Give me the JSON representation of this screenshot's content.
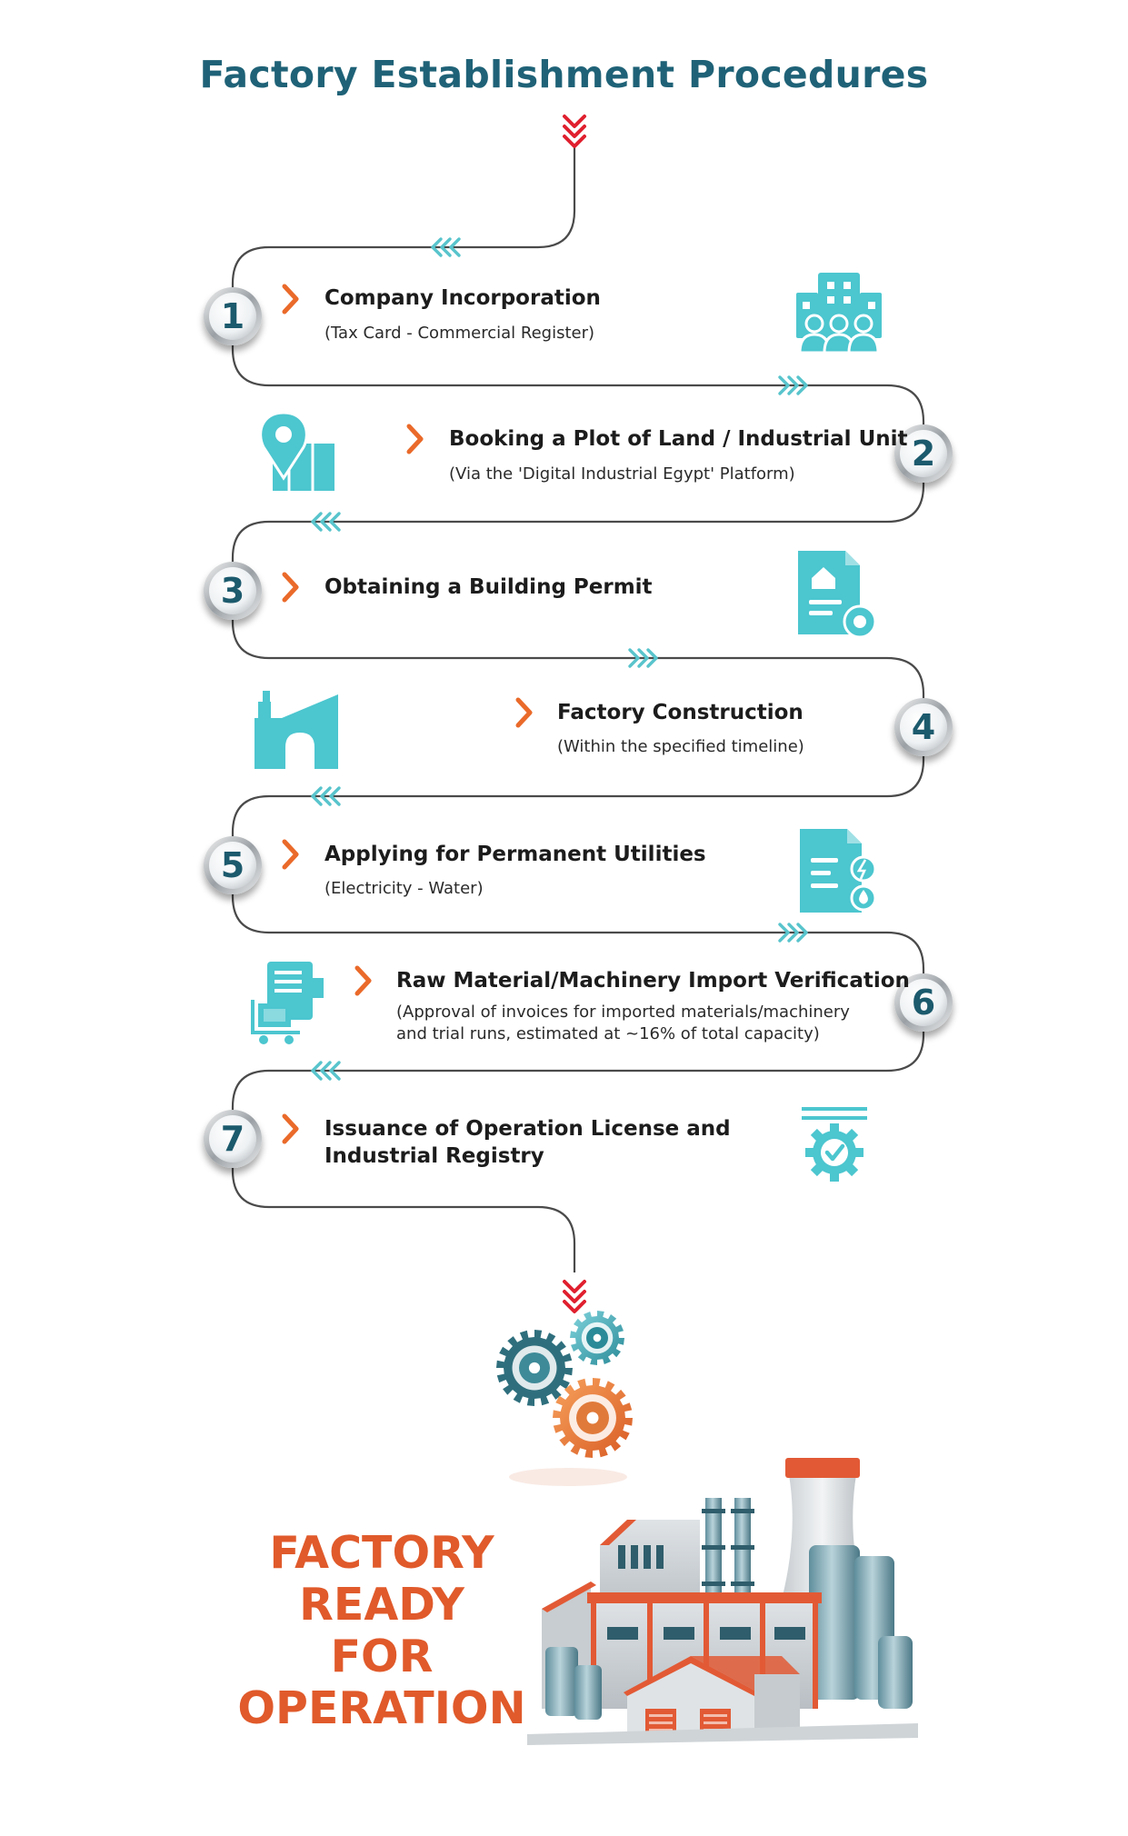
{
  "title": "Factory Establishment Procedures",
  "steps": [
    {
      "number": "1",
      "title": "Company Incorporation",
      "subtitle": "(Tax Card - Commercial Register)",
      "icon": "company-team-building-icon"
    },
    {
      "number": "2",
      "title": "Booking a Plot of Land / Industrial Unit",
      "subtitle": "(Via the 'Digital Industrial Egypt' Platform)",
      "icon": "map-location-pin-icon"
    },
    {
      "number": "3",
      "title": "Obtaining a Building Permit",
      "subtitle": "",
      "icon": "permit-document-gear-icon"
    },
    {
      "number": "4",
      "title": "Factory Construction",
      "subtitle": "(Within the specified timeline)",
      "icon": "factory-building-icon"
    },
    {
      "number": "5",
      "title": "Applying for Permanent Utilities",
      "subtitle": "(Electricity - Water)",
      "icon": "utilities-document-icon"
    },
    {
      "number": "6",
      "title": "Raw Material/Machinery Import Verification",
      "subtitle_line1": "(Approval of invoices for imported materials/machinery",
      "subtitle_line2": "and trial runs, estimated at ~16% of total capacity)",
      "icon": "machinery-cart-icon"
    },
    {
      "number": "7",
      "title_line1": "Issuance of Operation License and",
      "title_line2": "Industrial Registry",
      "icon": "license-gear-check-icon"
    }
  ],
  "final": {
    "line1": "FACTORY",
    "line2": "READY",
    "line3": "FOR",
    "line4": "OPERATION"
  },
  "colors": {
    "title": "#1f6277",
    "accent_teal": "#4cc6cf",
    "accent_orange": "#ea6a2a",
    "arrow_red": "#e0202f",
    "path": "#4a4a4a",
    "number": "#1f5a6d",
    "final_text": "#e05a2b"
  }
}
